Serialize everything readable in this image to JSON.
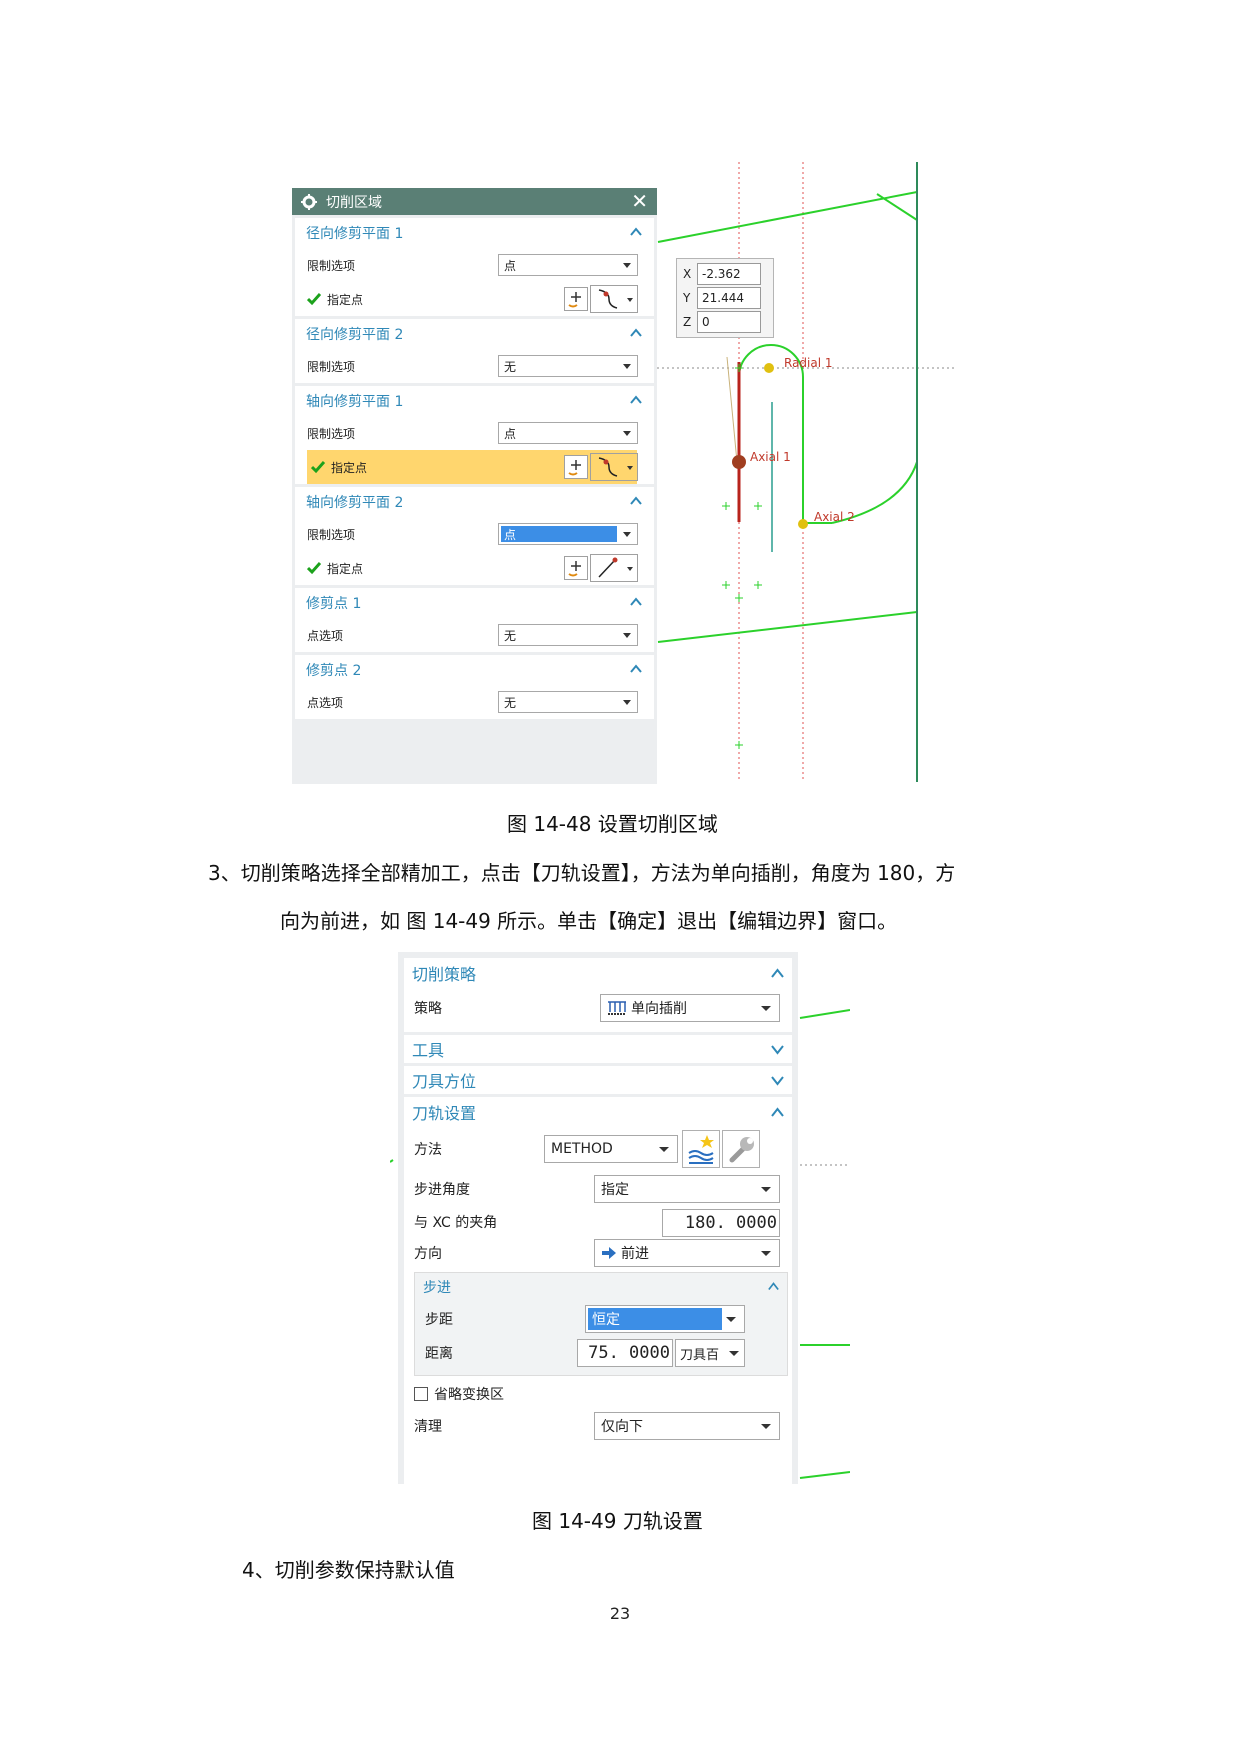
{
  "figure1": {
    "dialog_title": "切削区域",
    "sections": [
      {
        "title": "径向修剪平面 1",
        "rows": [
          {
            "label": "限制选项",
            "value": "点"
          },
          {
            "label": "指定点"
          }
        ]
      },
      {
        "title": "径向修剪平面 2",
        "rows": [
          {
            "label": "限制选项",
            "value": "无"
          }
        ]
      },
      {
        "title": "轴向修剪平面 1",
        "rows": [
          {
            "label": "限制选项",
            "value": "点"
          },
          {
            "label": "指定点"
          }
        ]
      },
      {
        "title": "轴向修剪平面 2",
        "rows": [
          {
            "label": "限制选项",
            "value": "点"
          },
          {
            "label": "指定点"
          }
        ]
      },
      {
        "title": "修剪点 1",
        "rows": [
          {
            "label": "点选项",
            "value": "无"
          }
        ]
      },
      {
        "title": "修剪点 2",
        "rows": [
          {
            "label": "点选项",
            "value": "无"
          }
        ]
      }
    ],
    "coords": {
      "x_label": "X",
      "x": "-2.362",
      "y_label": "Y",
      "y": "21.444",
      "z_label": "Z",
      "z": "0"
    },
    "graphic_labels": {
      "radial1": "Radial 1",
      "axial1": "Axial 1",
      "axial2": "Axial 2"
    },
    "caption": "图 14-48  设置切削区域"
  },
  "paragraph1": {
    "line1": "3、切削策略选择全部精加工，点击【刀轨设置】，方法为单向插削，角度为 180，方",
    "line2": "向为前进，如   图 14-49 所示。单击【确定】退出【编辑边界】窗口。"
  },
  "figure2": {
    "sec_strategy": {
      "title": "切削策略",
      "label": "策略",
      "value": "单向插削"
    },
    "sec_tool": {
      "title": "工具"
    },
    "sec_tool_orient": {
      "title": "刀具方位"
    },
    "sec_path": {
      "title": "刀轨设置",
      "method_label": "方法",
      "method_value": "METHOD",
      "step_angle_label": "步进角度",
      "step_angle_value": "指定",
      "xc_angle_label": "与 XC 的夹角",
      "xc_angle_value": "180. 0000",
      "direction_label": "方向",
      "direction_value": "前进",
      "step": {
        "title": "步进",
        "pitch_label": "步距",
        "pitch_value": "恒定",
        "distance_label": "距离",
        "distance_value": "75. 0000",
        "distance_unit": "刀具百"
      },
      "omit_label": "省略变换区",
      "clean_label": "清理",
      "clean_value": "仅向下"
    },
    "caption": "图 14-49  刀轨设置"
  },
  "paragraph2": "4、切削参数保持默认值",
  "page_number": "23"
}
